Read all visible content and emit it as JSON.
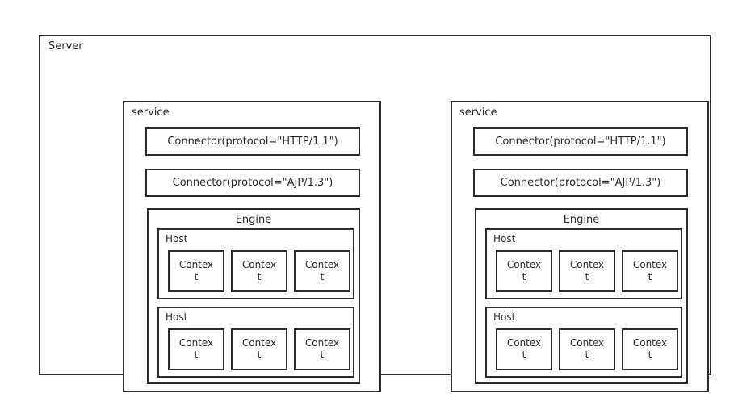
{
  "diagram": {
    "title": "Server",
    "server": {
      "label": "Server",
      "services": [
        {
          "label": "service",
          "connectors": [
            {
              "label": "Connector(protocol=\"HTTP/1.1\")"
            },
            {
              "label": "Connector(protocol=\"AJP/1.3\")"
            }
          ],
          "engine": {
            "label": "Engine",
            "hosts": [
              {
                "label": "Host",
                "contexts": [
                  {
                    "label": "Context"
                  },
                  {
                    "label": "Context"
                  },
                  {
                    "label": "Context"
                  }
                ]
              },
              {
                "label": "Host",
                "contexts": [
                  {
                    "label": "Context"
                  },
                  {
                    "label": "Context"
                  },
                  {
                    "label": "Context"
                  }
                ]
              }
            ]
          }
        },
        {
          "label": "service",
          "connectors": [
            {
              "label": "Connector(protocol=\"HTTP/1.1\")"
            },
            {
              "label": "Connector(protocol=\"AJP/1.3\")"
            }
          ],
          "engine": {
            "label": "Engine",
            "hosts": [
              {
                "label": "Host",
                "contexts": [
                  {
                    "label": "Context"
                  },
                  {
                    "label": "Context"
                  },
                  {
                    "label": "Context"
                  }
                ]
              },
              {
                "label": "Host",
                "contexts": [
                  {
                    "label": "Context"
                  },
                  {
                    "label": "Context"
                  },
                  {
                    "label": "Context"
                  }
                ]
              }
            ]
          }
        }
      ]
    },
    "colors": {
      "stroke": "#2b2b2b",
      "fill": "#ffffff",
      "text": "#2b2b2b"
    }
  }
}
